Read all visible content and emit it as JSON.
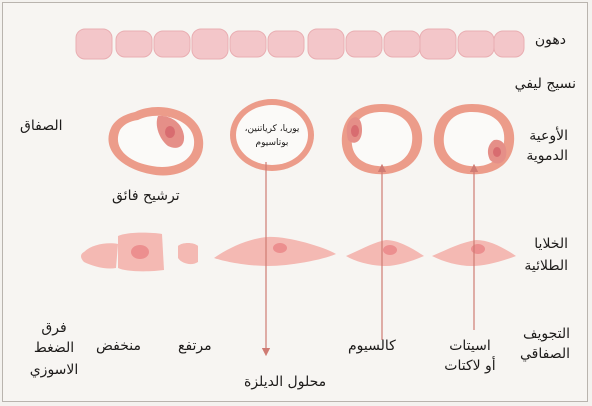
{
  "side_labels": {
    "fat": "دهون",
    "fibrous_tissue": "نسيج ليفي",
    "blood_vessels_1": "الأوعية",
    "blood_vessels_2": "الدموية",
    "mesothelial_cells_1": "الخلايا",
    "mesothelial_cells_2": "الطلائية",
    "peritoneal_cavity_1": "التجويف",
    "peritoneal_cavity_2": "الصفاقي"
  },
  "left_labels": {
    "peritoneum": "الصفاق",
    "ultrafiltration": "ترشيح فائق"
  },
  "vessel_content": {
    "solutes_1": "يوريا، كرياتنين،",
    "solutes_2": "بوتاسيوم"
  },
  "bottom_labels": {
    "pressure_1": "فرق",
    "pressure_2": "الضغط",
    "pressure_3": "الاسوزي",
    "low": "منخفض",
    "high": "مرتفع",
    "calcium": "كالسيوم",
    "acetate_1": "اسيتات",
    "acetate_2": "أو لاكتات",
    "dialysate": "محلول الديلزة"
  },
  "colors": {
    "fat_cell": "#f3c6c9",
    "vessel_ring": "#ec9c8a",
    "cell_body": "#f4b9b3",
    "nucleus": "#ec8f8f",
    "arrow": "#cf7b73"
  }
}
